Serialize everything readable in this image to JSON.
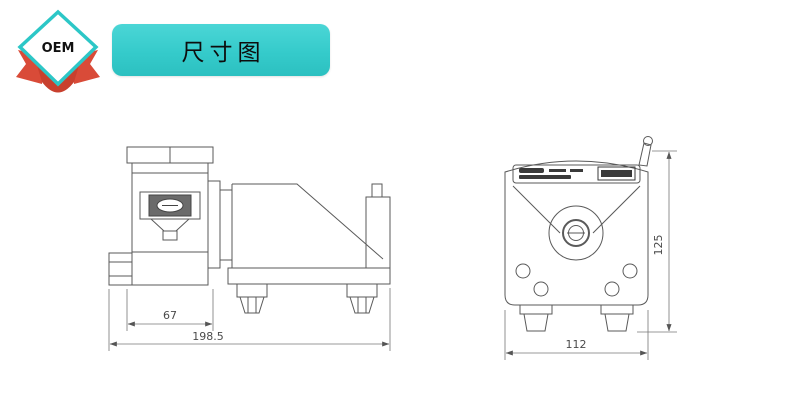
{
  "badge": {
    "label": "OEM"
  },
  "banner": {
    "title": "尺寸图"
  },
  "side_view": {
    "dim_partial": "67",
    "dim_total": "198.5"
  },
  "front_view": {
    "dim_width": "112",
    "dim_height": "125"
  },
  "colors": {
    "accent_teal": "#35cbcb",
    "ribbon_red": "#d94b38",
    "line_gray": "#5a5a5a"
  }
}
